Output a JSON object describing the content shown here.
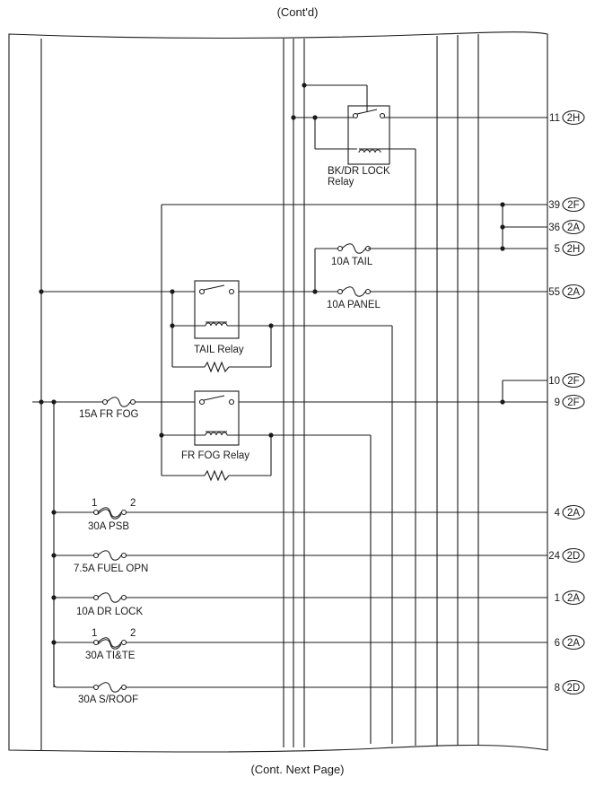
{
  "header": {
    "cont_top": "(Cont'd)",
    "cont_bottom": "(Cont. Next Page)"
  },
  "relays": [
    {
      "id": "bkdr",
      "line1": "BK/DR LOCK",
      "line2": "Relay"
    },
    {
      "id": "tail",
      "line1": "TAIL Relay"
    },
    {
      "id": "frfog",
      "line1": "FR FOG Relay"
    }
  ],
  "fuses": [
    {
      "id": "tail",
      "label": "10A TAIL"
    },
    {
      "id": "panel",
      "label": "10A PANEL"
    },
    {
      "id": "frfog",
      "label": "15A FR FOG"
    },
    {
      "id": "psb",
      "label": "30A PSB",
      "pin_left": "1",
      "pin_right": "2"
    },
    {
      "id": "fuelopn",
      "label": "7.5A FUEL OPN"
    },
    {
      "id": "drlock",
      "label": "10A DR LOCK"
    },
    {
      "id": "tite",
      "label": "30A TI&TE",
      "pin_left": "1",
      "pin_right": "2"
    },
    {
      "id": "sroof",
      "label": "30A S/ROOF"
    }
  ],
  "connectors": [
    {
      "pin": "11",
      "conn": "2H"
    },
    {
      "pin": "39",
      "conn": "2F"
    },
    {
      "pin": "36",
      "conn": "2A"
    },
    {
      "pin": "5",
      "conn": "2H"
    },
    {
      "pin": "55",
      "conn": "2A"
    },
    {
      "pin": "10",
      "conn": "2F"
    },
    {
      "pin": "9",
      "conn": "2F"
    },
    {
      "pin": "4",
      "conn": "2A"
    },
    {
      "pin": "24",
      "conn": "2D"
    },
    {
      "pin": "1",
      "conn": "2A"
    },
    {
      "pin": "6",
      "conn": "2A"
    },
    {
      "pin": "8",
      "conn": "2D"
    }
  ]
}
